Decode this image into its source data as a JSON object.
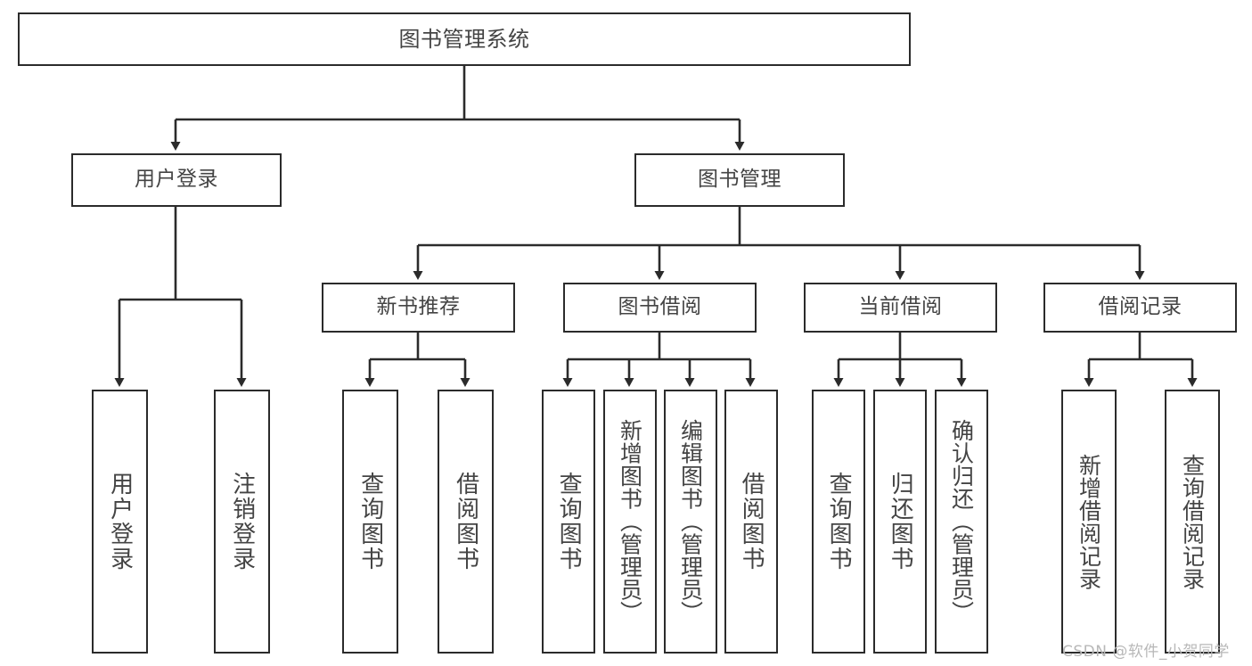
{
  "diagram": {
    "type": "tree-hierarchy",
    "title": "图书管理系统",
    "orientation": "top-down",
    "colors": {
      "box_border": "#2b2b2b",
      "box_fill": "#ffffff",
      "edge": "#2b2b2b",
      "text": "#444444",
      "watermark": "#b8b8b8",
      "background": "#ffffff"
    },
    "root": {
      "label": "图书管理系统"
    },
    "level2": [
      {
        "label": "用户登录"
      },
      {
        "label": "图书管理"
      }
    ],
    "level3": [
      {
        "label": "新书推荐"
      },
      {
        "label": "图书借阅"
      },
      {
        "label": "当前借阅"
      },
      {
        "label": "借阅记录"
      }
    ],
    "leaves": {
      "user_login": [
        {
          "label": "用户登录"
        },
        {
          "label": "注销登录"
        }
      ],
      "new_book": [
        {
          "label": "查询图书"
        },
        {
          "label": "借阅图书"
        }
      ],
      "book_borrow": [
        {
          "label": "查询图书"
        },
        {
          "label": "新增图书（管理员）"
        },
        {
          "label": "编辑图书（管理员）"
        },
        {
          "label": "借阅图书"
        }
      ],
      "current_borrow": [
        {
          "label": "查询图书"
        },
        {
          "label": "归还图书"
        },
        {
          "label": "确认归还（管理员）"
        }
      ],
      "borrow_record": [
        {
          "label": "新增借阅记录"
        },
        {
          "label": "查询借阅记录"
        }
      ]
    }
  },
  "watermark": {
    "text": "CSDN @软件_小贺同学"
  }
}
